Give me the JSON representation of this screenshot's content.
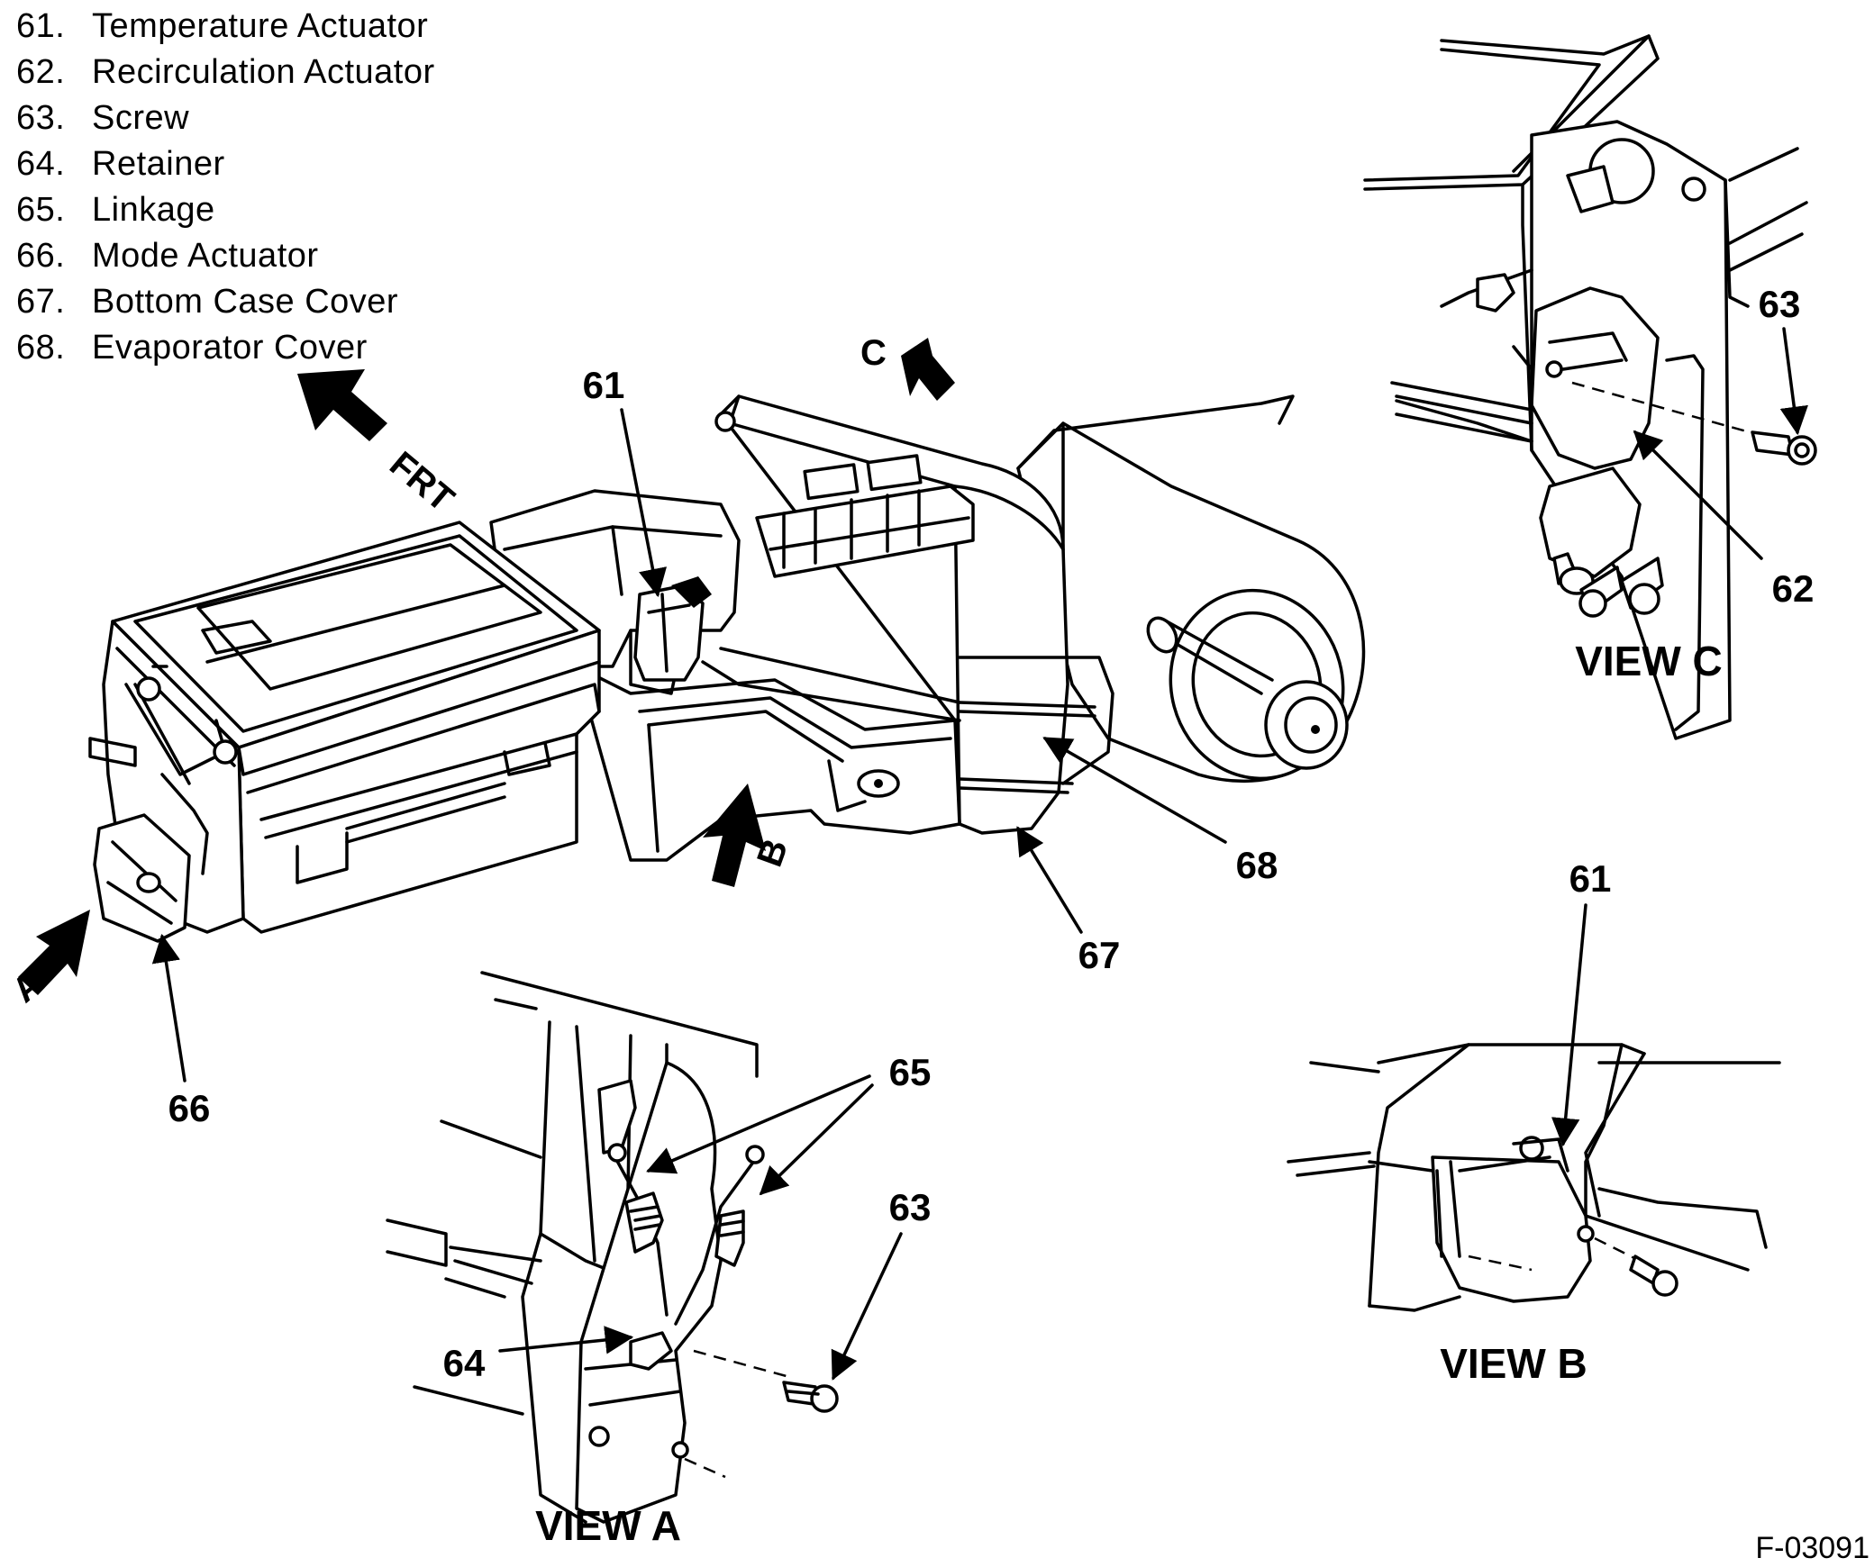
{
  "legend": [
    {
      "num": "61.",
      "label": "Temperature Actuator"
    },
    {
      "num": "62.",
      "label": "Recirculation Actuator"
    },
    {
      "num": "63.",
      "label": "Screw"
    },
    {
      "num": "64.",
      "label": "Retainer"
    },
    {
      "num": "65.",
      "label": "Linkage"
    },
    {
      "num": "66.",
      "label": "Mode Actuator"
    },
    {
      "num": "67.",
      "label": "Bottom Case Cover"
    },
    {
      "num": "68.",
      "label": "Evaporator Cover"
    }
  ],
  "main_callouts": {
    "c61": "61",
    "c66": "66",
    "c67": "67",
    "c68": "68"
  },
  "direction_arrows": {
    "frt": "FRT",
    "a": "A",
    "b": "B",
    "c": "C"
  },
  "view_a": {
    "title": "VIEW A",
    "c65": "65",
    "c63": "63",
    "c64": "64"
  },
  "view_b": {
    "title": "VIEW B",
    "c61": "61"
  },
  "view_c": {
    "title": "VIEW C",
    "c63": "63",
    "c62": "62"
  },
  "figure_id": "F-03091"
}
